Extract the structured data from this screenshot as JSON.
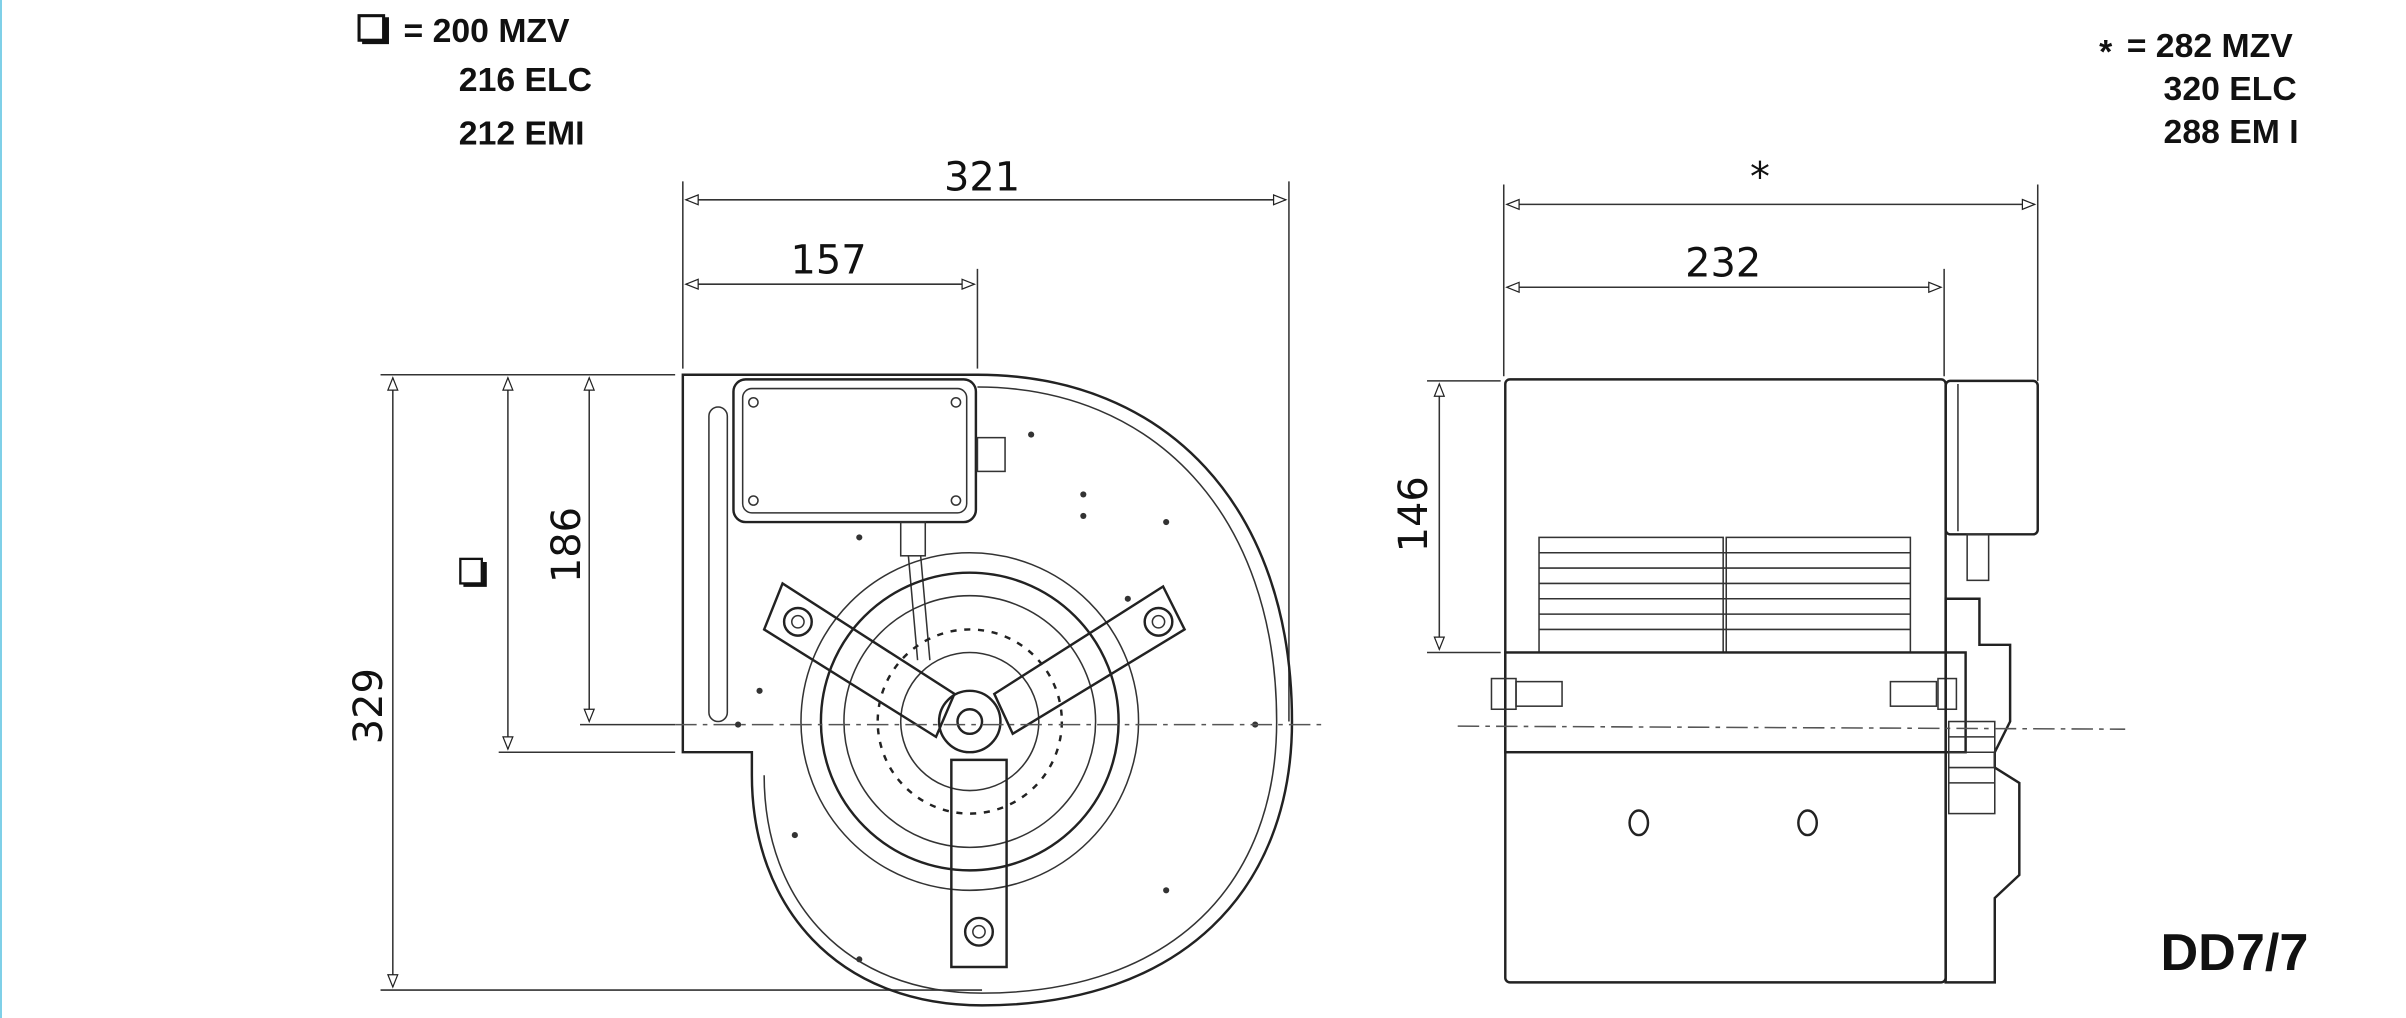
{
  "legend_left": {
    "symbol": "square",
    "lines": [
      "= 200 MZV",
      "216 ELC",
      "212 EMI"
    ]
  },
  "legend_right": {
    "symbol": "*",
    "lines": [
      "= 282 MZV",
      "320 ELC",
      "288 EM I"
    ]
  },
  "front_view": {
    "dimensions": {
      "width": "321",
      "offset": "157",
      "height": "329",
      "center_height": "186",
      "square_marker": "square"
    }
  },
  "side_view": {
    "dimensions": {
      "overall": "*",
      "width": "232",
      "height": "146"
    }
  },
  "model": "DD7/7"
}
